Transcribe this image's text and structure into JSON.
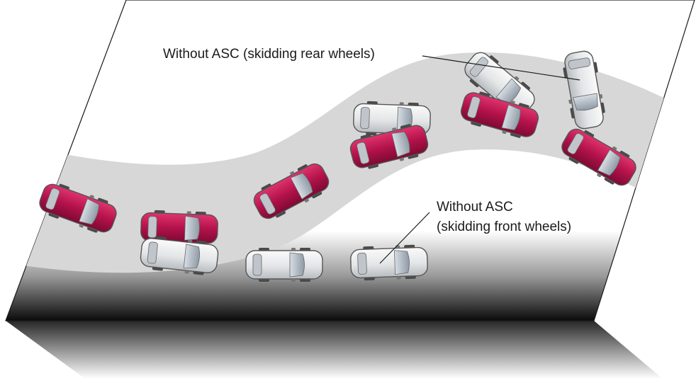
{
  "annotations": {
    "rear_wheels": {
      "lines": [
        "Without ASC (skidding rear wheels)"
      ]
    },
    "front_wheels": {
      "lines": [
        "Without ASC",
        "(skidding front wheels)"
      ]
    }
  },
  "colors": {
    "road": "#d7d7d7",
    "ground": "#ffffff",
    "car_with_asc": "#c0174f",
    "car_without_asc": "#e8eaec",
    "shadow": "#000000"
  }
}
